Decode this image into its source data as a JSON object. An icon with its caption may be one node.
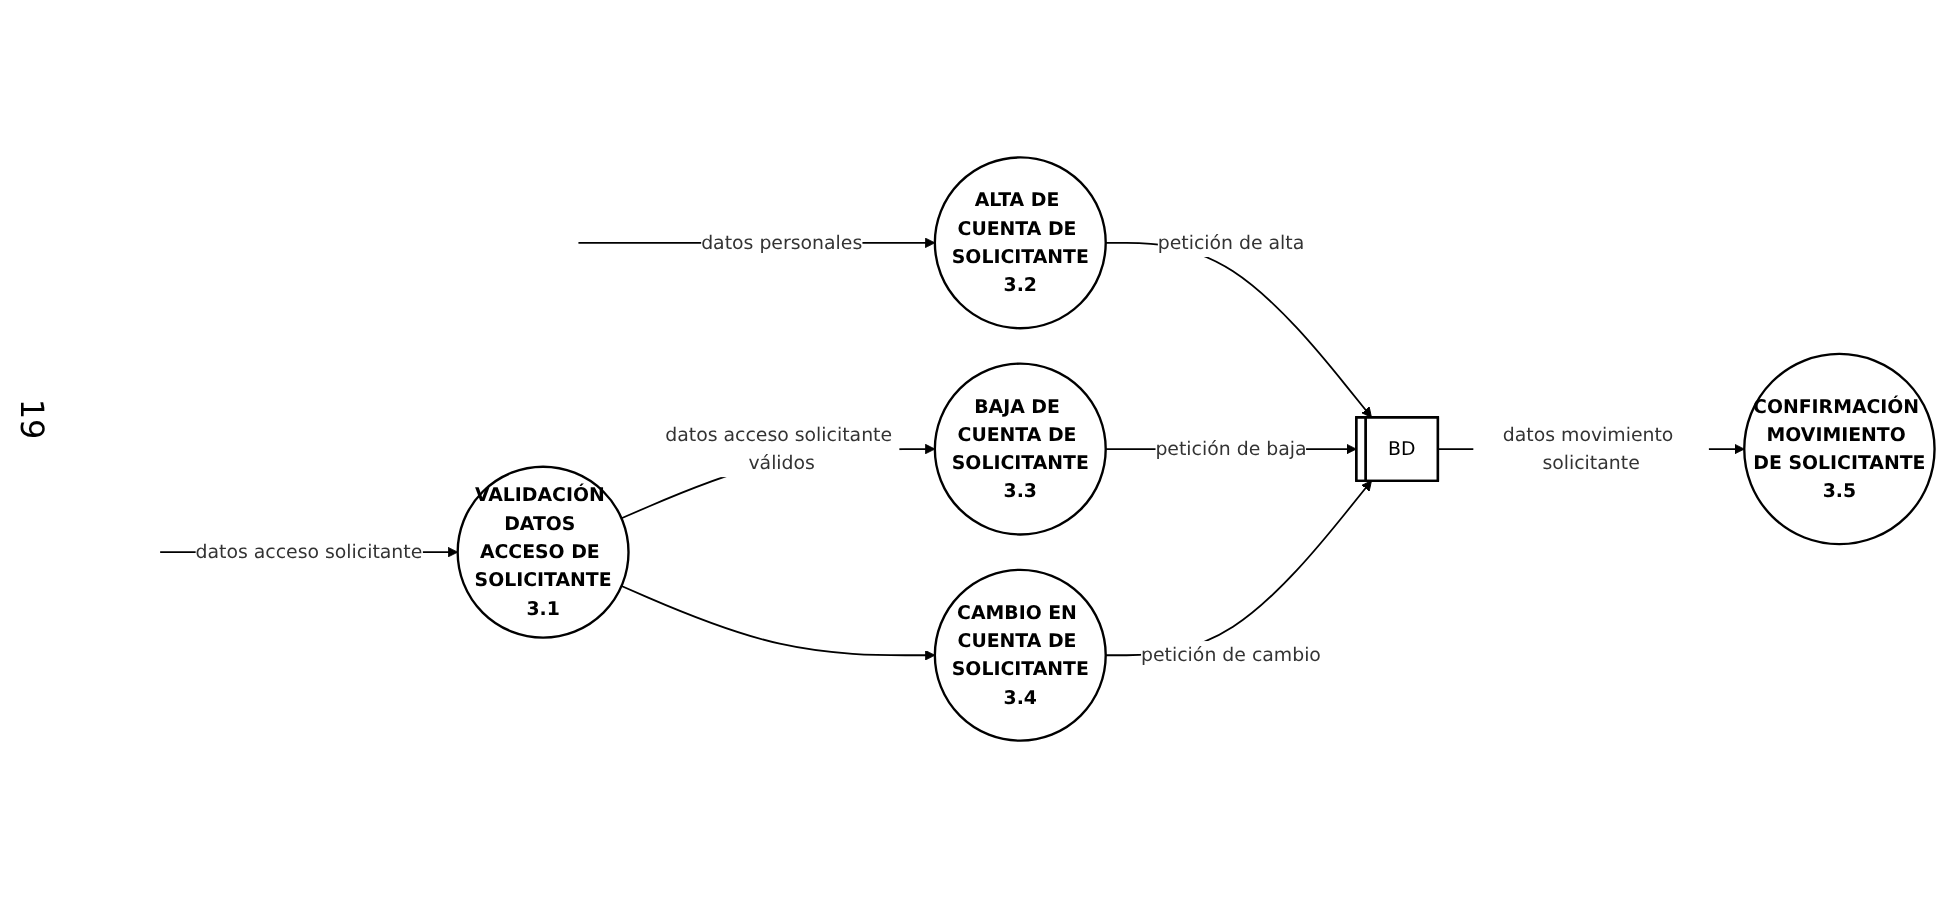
{
  "diagram": {
    "nodes": [
      {
        "text": [
          "ALTA DE CUENTA DE SOLICITANTE",
          "3.2"
        ]
      },
      {
        "text": [
          "VALIDACIÓN DATOS ACCESO DE SOLICITANTE",
          "3.1"
        ]
      },
      {
        "text": [
          "BAJA DE CUENTA DE SOLICITANTE",
          "3.3"
        ]
      },
      {
        "text": [
          "CAMBIO EN CUENTA DE SOLICITANTE",
          "3.4"
        ]
      },
      {
        "text": [
          "BD"
        ]
      },
      {
        "text": [
          "CONFIRMACIÓN MOVIMIENTO DE SOLICITANTE",
          "3.5"
        ]
      }
    ],
    "edges": [
      {
        "from": null,
        "to": 0,
        "arrow": "to",
        "label": "datos personales"
      },
      {
        "from": null,
        "to": 1,
        "arrow": "to",
        "label": "datos acceso solicitante"
      },
      {
        "from": 1,
        "to": 2,
        "arrow": "to",
        "label": "datos acceso solicitante válidos"
      },
      {
        "from": 1,
        "to": 3,
        "arrow": "to"
      },
      {
        "from": 0,
        "to": 4,
        "arrow": "to",
        "label": "petición de alta"
      },
      {
        "from": 2,
        "to": 4,
        "arrow": "to",
        "label": "petición de baja"
      },
      {
        "from": 3,
        "to": 4,
        "arrow": "to",
        "label": "petición de cambio"
      },
      {
        "from": 4,
        "to": 5,
        "arrow": "to",
        "label": "datos movimiento solicitante"
      }
    ],
    "labels": [
      "19"
    ]
  }
}
